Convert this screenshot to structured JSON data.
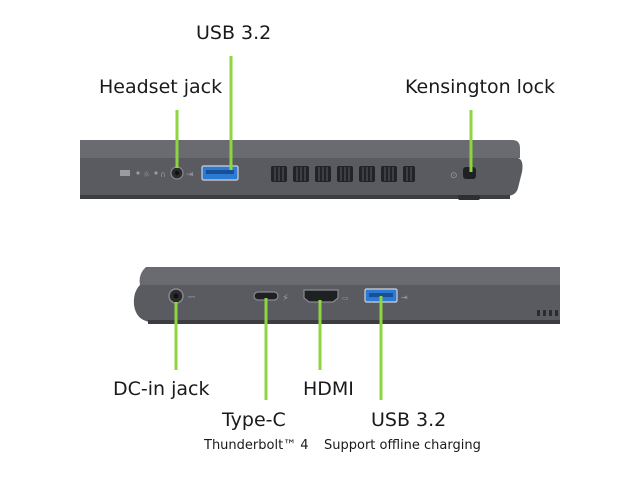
{
  "colors": {
    "callout_line": "#8dd63f",
    "laptop_body": "#5f6064",
    "laptop_dark": "#3e3f43",
    "usb_blue": "#2a7ad6"
  },
  "top_view": {
    "labels": {
      "usb": "USB 3.2",
      "headset": "Headset jack",
      "kensington": "Kensington lock"
    }
  },
  "bottom_view": {
    "labels": {
      "dcin": "DC-in jack",
      "typec": "Type-C",
      "typec_sub": "Thunderbolt™ 4",
      "hdmi": "HDMI",
      "usb": "USB 3.2",
      "usb_sub": "Support offline charging"
    }
  }
}
